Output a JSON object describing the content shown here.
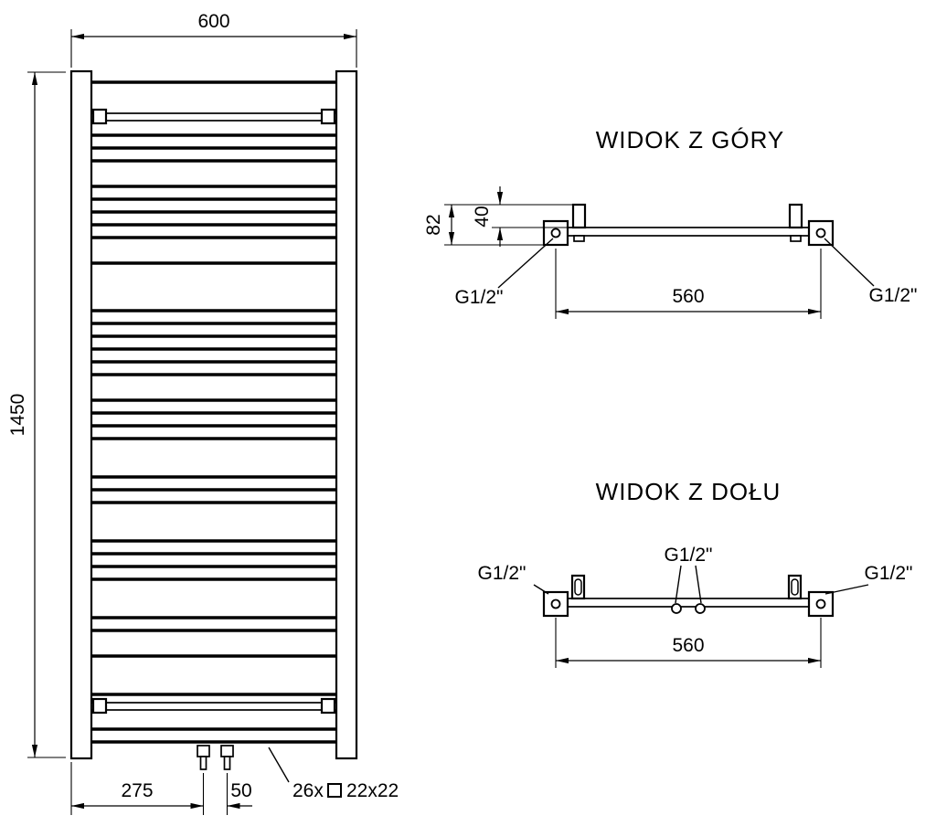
{
  "front_view": {
    "width": "600",
    "height": "1450",
    "pipe_offset": "275",
    "pipe_spacing": "50",
    "tube_count": "26x",
    "tube_profile": "22x22"
  },
  "top_view": {
    "title": "WIDOK Z GÓRY",
    "total_depth": "82",
    "bracket_depth": "40",
    "connection_spacing": "560",
    "thread_left": "G1/2\"",
    "thread_right": "G1/2\""
  },
  "bottom_view": {
    "title": "WIDOK Z DOŁU",
    "connection_spacing": "560",
    "thread_left": "G1/2\"",
    "thread_center": "G1/2\"",
    "thread_right": "G1/2\""
  }
}
